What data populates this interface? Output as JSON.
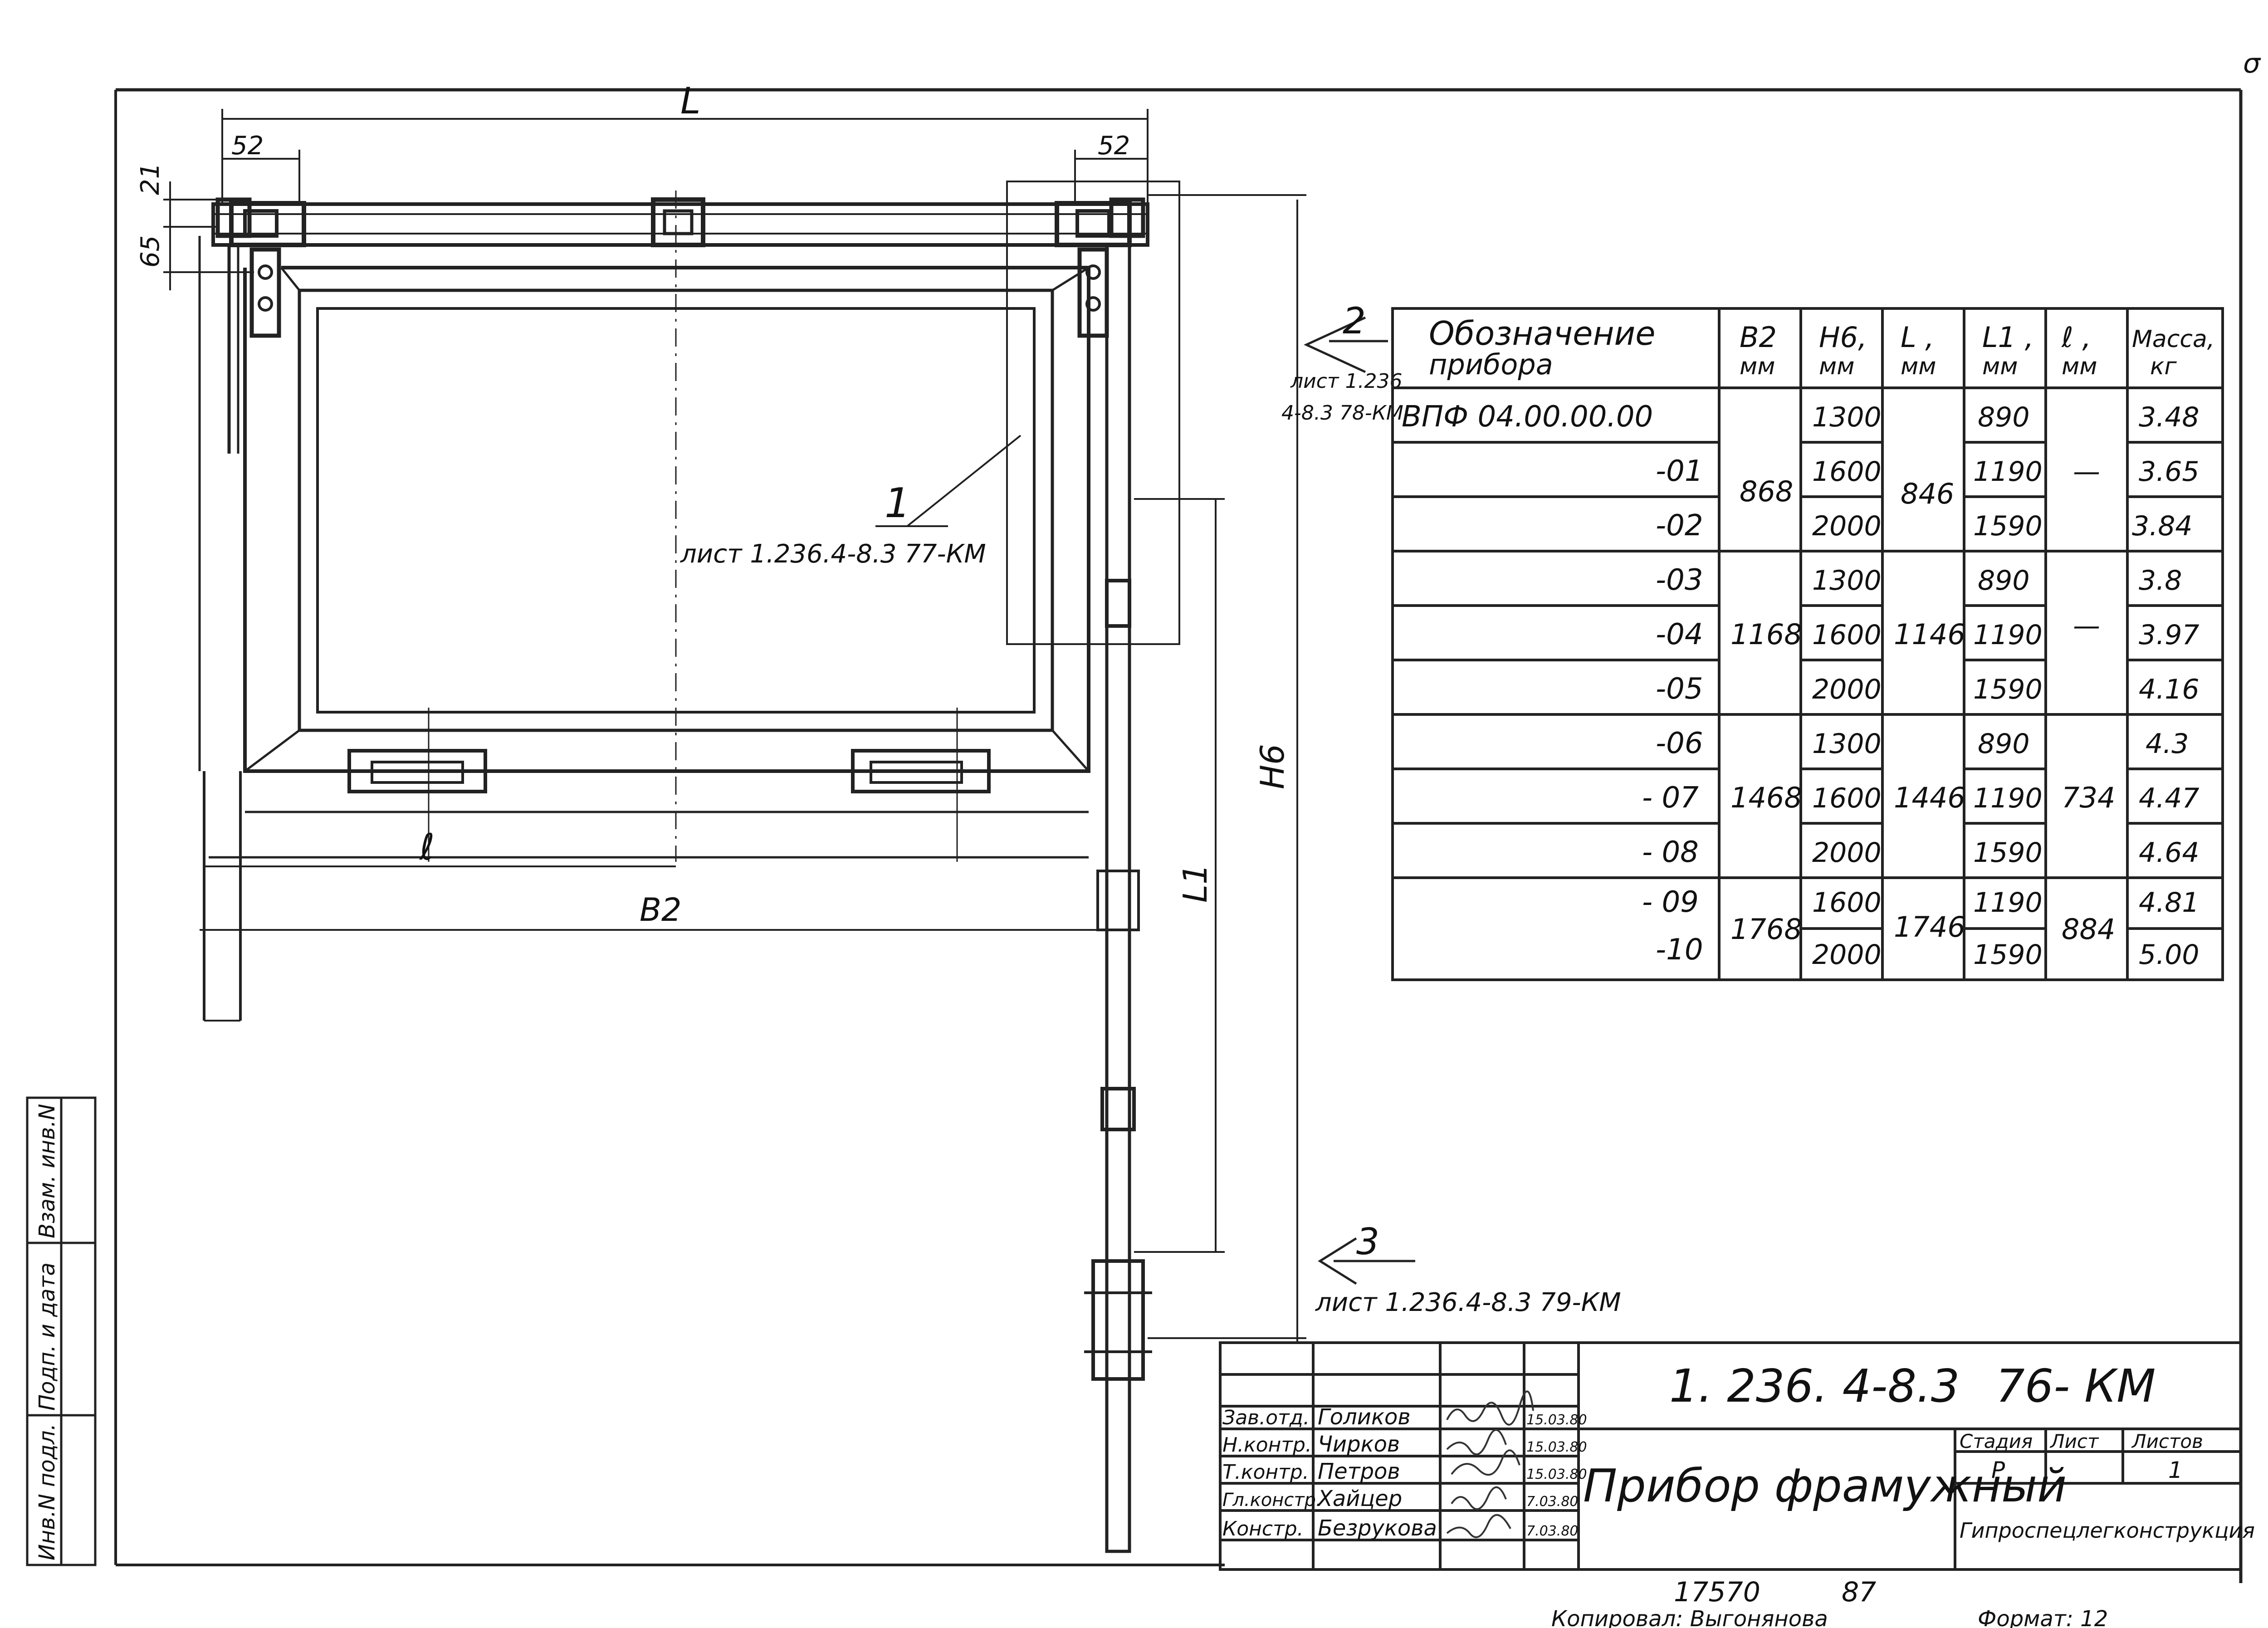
{
  "corner_mark": "σ",
  "dimensions": {
    "L": "L",
    "w52_left": "52",
    "w52_right": "52",
    "h21": "21",
    "h65": "65",
    "l": "ℓ",
    "B2": "В2",
    "H6": "Н6",
    "L1": "L1"
  },
  "callouts": {
    "c1_number": "1",
    "c1_ref": "лист 1.236.4-8.3 77-КМ",
    "c2_number": "2",
    "c2_ref_line1": "лист 1.236",
    "c2_ref_line2": "4-8.3 78-КМ",
    "c3_number": "3",
    "c3_ref": "лист 1.236.4-8.3 79-КМ"
  },
  "spec_table": {
    "headers": {
      "designation_1": "Обозначение",
      "designation_2": "прибора",
      "b2_1": "В2",
      "b2_2": "мм",
      "h6_1": "Н6,",
      "h6_2": "мм",
      "l_1": "L ,",
      "l_2": "мм",
      "l1_1": "L1 ,",
      "l1_2": "мм",
      "ell_1": "ℓ ,",
      "ell_2": "мм",
      "mass_1": "Масса,",
      "mass_2": "кг"
    },
    "rows": [
      {
        "designation": "ВПФ 04.00.00.00",
        "h6": "1300",
        "l1": "890",
        "mass": "3.48"
      },
      {
        "designation": "-01",
        "h6": "1600",
        "l1": "1190",
        "mass": "3.65"
      },
      {
        "designation": "-02",
        "h6": "2000",
        "l1": "1590",
        "mass": "3.84"
      },
      {
        "designation": "-03",
        "h6": "1300",
        "l1": "890",
        "mass": "3.8"
      },
      {
        "designation": "-04",
        "h6": "1600",
        "l1": "1190",
        "mass": "3.97"
      },
      {
        "designation": "-05",
        "h6": "2000",
        "l1": "1590",
        "mass": "4.16"
      },
      {
        "designation": "-06",
        "h6": "1300",
        "l1": "890",
        "mass": "4.3"
      },
      {
        "designation": "- 07",
        "h6": "1600",
        "l1": "1190",
        "mass": "4.47"
      },
      {
        "designation": "- 08",
        "h6": "2000",
        "l1": "1590",
        "mass": "4.64"
      },
      {
        "designation": "- 09",
        "h6": "1600",
        "l1": "1190",
        "mass": "4.81"
      },
      {
        "designation": "-10",
        "h6": "2000",
        "l1": "1590",
        "mass": "5.00"
      }
    ],
    "groups": [
      {
        "b2": "868",
        "l": "846",
        "ell": "—"
      },
      {
        "b2": "1168",
        "l": "1146",
        "ell": "—"
      },
      {
        "b2": "1468",
        "l": "1446",
        "ell": "734"
      },
      {
        "b2": "1768",
        "l": "1746",
        "ell": "884"
      }
    ]
  },
  "side_stamp": {
    "inv_podl": "Инв.N подл.",
    "podp_data": "Подп. и дата",
    "vzam_inv": "Взам. инв.N"
  },
  "title_block": {
    "code": "1. 236. 4-8.3",
    "sheet_code": "76- КМ",
    "title": "Прибор фрамужный",
    "stage_header": "Стадия",
    "sheet_header": "Лист",
    "sheets_header": "Листов",
    "stage": "Р",
    "sheets": "1",
    "organization": "Гипроспецлегконструкция",
    "people": [
      {
        "role": "Зав.отд.",
        "name": "Голиков",
        "date": "15.03.80"
      },
      {
        "role": "Н.контр.",
        "name": "Чирков",
        "date": "15.03.80"
      },
      {
        "role": "Т.контр.",
        "name": "Петров",
        "date": "15.03.80"
      },
      {
        "role": "Гл.констр.",
        "name": "Хайцер",
        "date": "7.03.80"
      },
      {
        "role": "Констр.",
        "name": "Безрукова",
        "date": "7.03.80"
      }
    ]
  },
  "footer": {
    "number": "17570",
    "year": "87",
    "copied_by": "Копировал: Выгонянова",
    "format": "Формат: 12"
  }
}
